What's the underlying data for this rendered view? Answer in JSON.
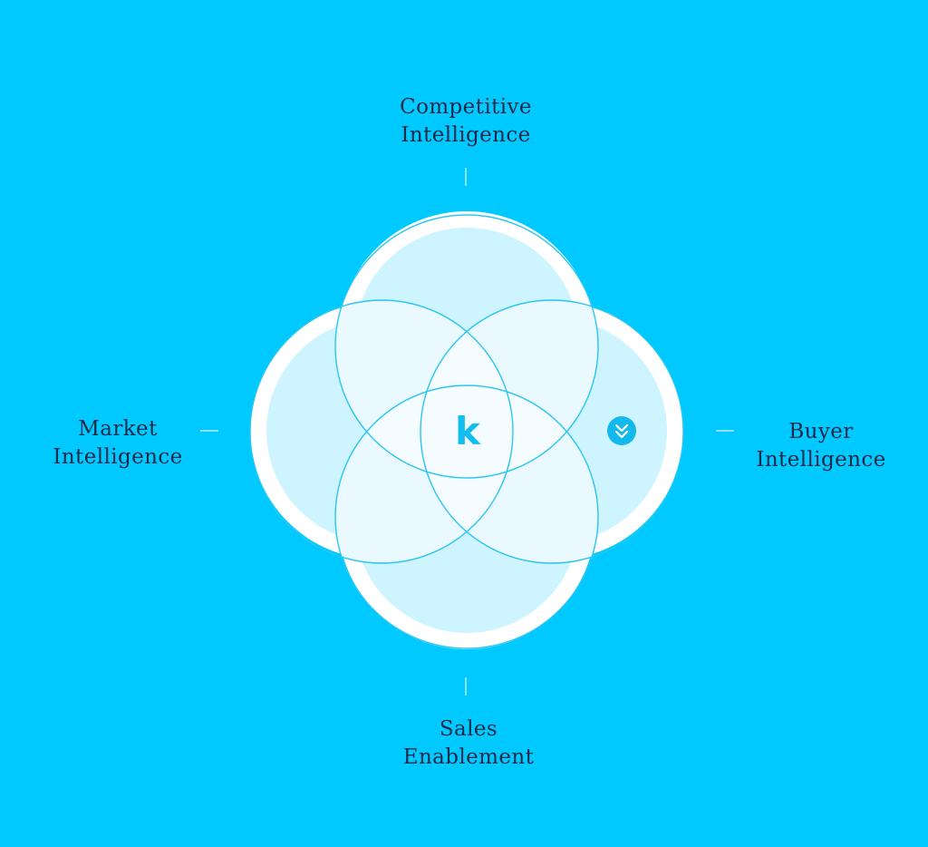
{
  "diagram": {
    "background_color": "#00c9ff",
    "top_label": {
      "line1": "Competitive",
      "line2": "Intelligence"
    },
    "left_label": {
      "line1": "Market",
      "line2": "Intelligence"
    },
    "right_label": {
      "line1": "Buyer",
      "line2": "Intelligence"
    },
    "bottom_label": {
      "line1": "Sales",
      "line2": "Enablement"
    },
    "center_logo": {
      "icon": "k-logo-icon",
      "text": "k"
    },
    "badge": {
      "icon": "double-chevron-down-icon"
    }
  }
}
